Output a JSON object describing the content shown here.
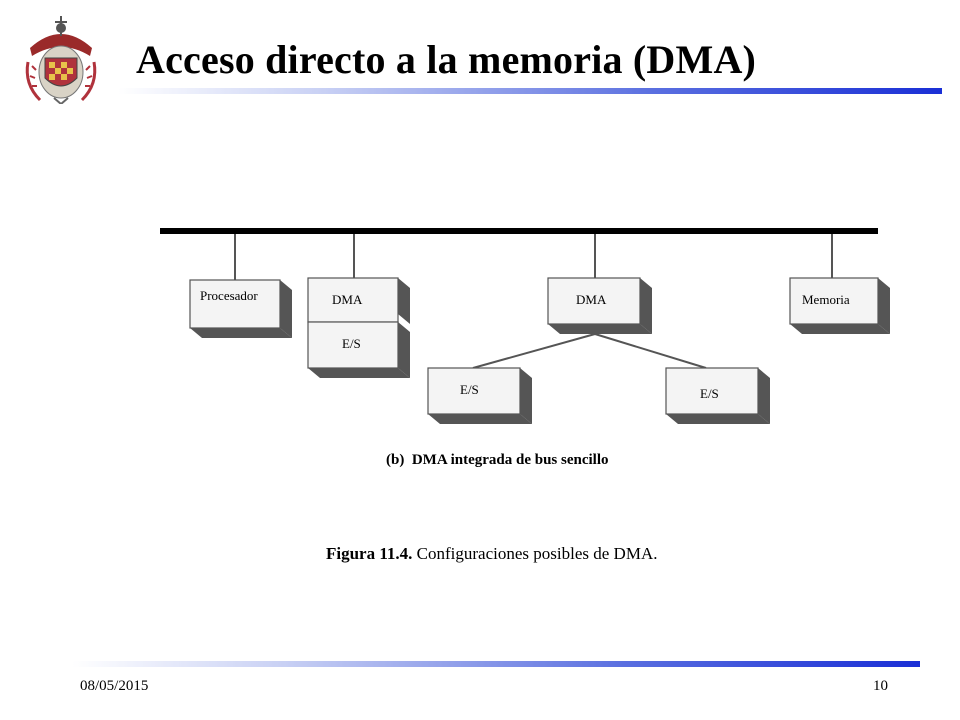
{
  "slide": {
    "title": "Acceso directo a la memoria (DMA)",
    "footer_date": "08/05/2015",
    "page_number": "10"
  },
  "diagram": {
    "boxes": {
      "procesador": "Procesador",
      "dma_1": "DMA",
      "es_1": "E/S",
      "dma_2": "DMA",
      "es_2": "E/S",
      "es_3": "E/S",
      "memoria": "Memoria"
    },
    "subcaption": "(b)  DMA integrada de bus sencillo"
  },
  "caption": {
    "figure_number": "Figura 11.4.",
    "text": "Configuraciones posibles de DMA."
  },
  "colors": {
    "accent_bar": "#1a2fd6",
    "box_shadow": "#555555",
    "line": "#555555"
  }
}
